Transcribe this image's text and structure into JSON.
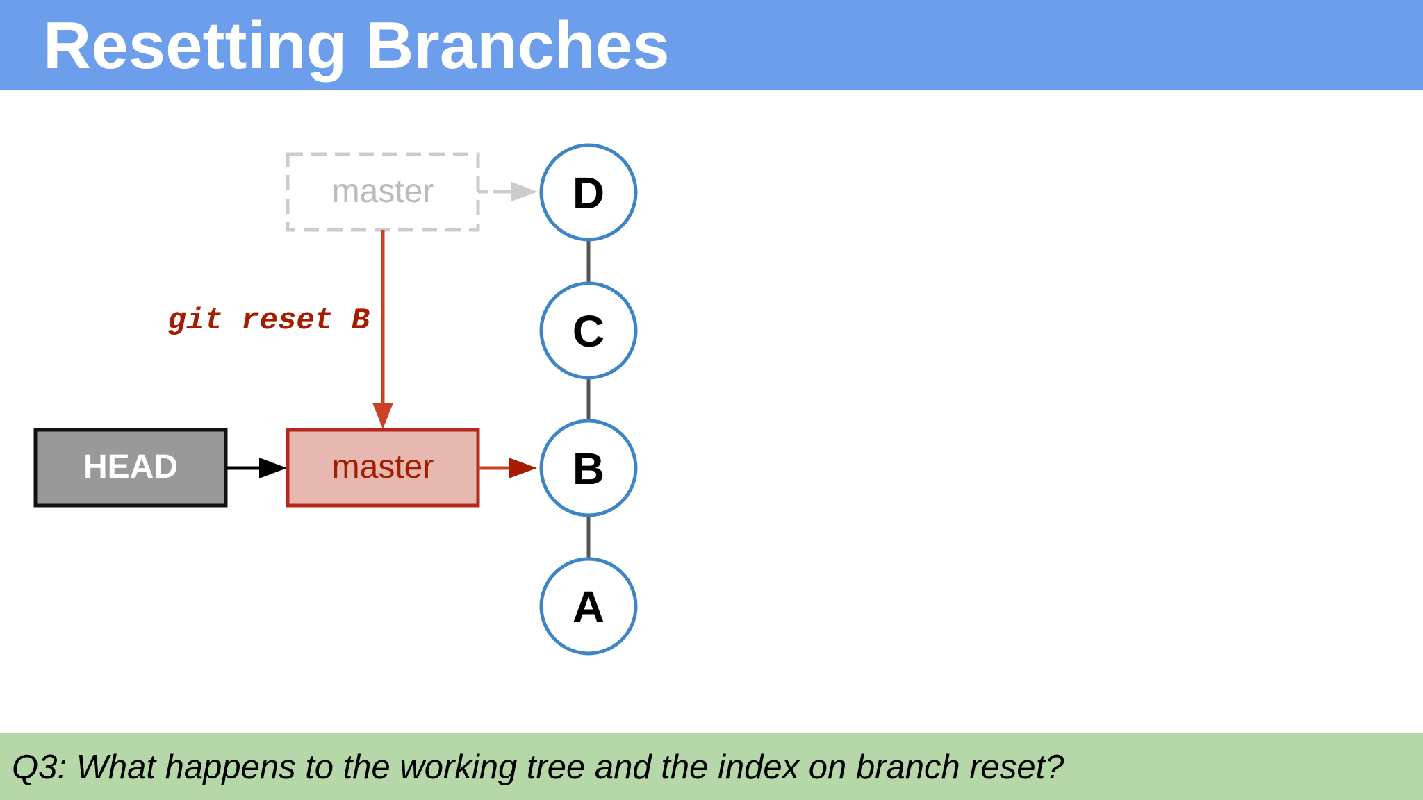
{
  "slide": {
    "title": "Resetting Branches",
    "question": "Q3: What happens to the working tree and the index on branch reset?"
  },
  "diagram": {
    "head_label": "HEAD",
    "old_branch_label": "master",
    "new_branch_label": "master",
    "command": "git reset B",
    "commits": [
      "D",
      "C",
      "B",
      "A"
    ]
  },
  "colors": {
    "title_bar": "#6d9eeb",
    "question_bar": "#b6d7a8",
    "commit_stroke": "#3d85c6",
    "commit_link": "#555555",
    "head_fill": "#999999",
    "branch_fill": "#e6b8af",
    "branch_stroke": "#b7281c",
    "reset_arrow": "#cc4125",
    "command_text": "#a61c00",
    "old_branch_gray": "#cccccc"
  }
}
